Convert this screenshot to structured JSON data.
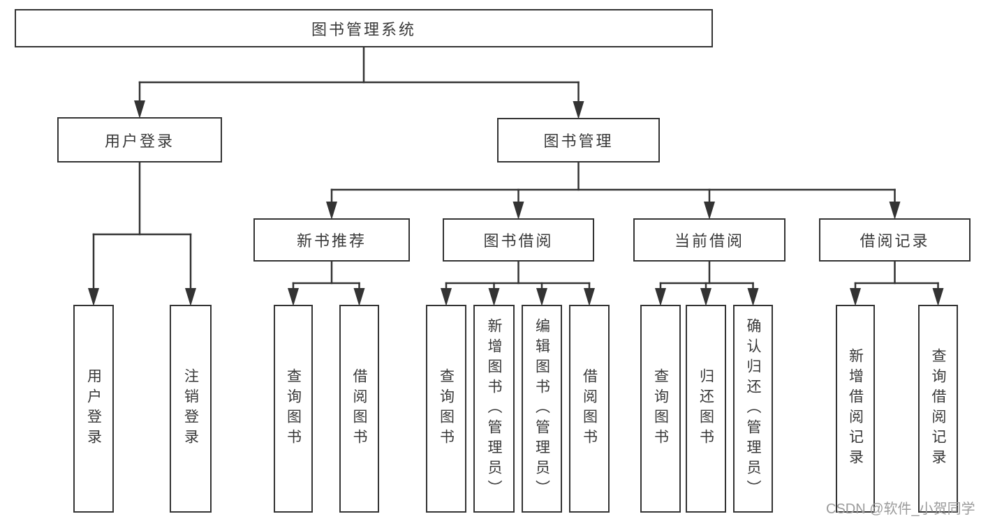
{
  "nodes": [
    {
      "id": "root",
      "name": "library-management-system",
      "label": "图书管理系统",
      "parent": null,
      "orientation": "horizontal"
    },
    {
      "id": "user-login",
      "name": "user-login",
      "label": "用户登录",
      "parent": "root",
      "orientation": "horizontal"
    },
    {
      "id": "book-management",
      "name": "book-management",
      "label": "图书管理",
      "parent": "root",
      "orientation": "horizontal"
    },
    {
      "id": "new-book-recommendation",
      "name": "new-book-recommendation",
      "label": "新书推荐",
      "parent": "book-management",
      "orientation": "horizontal"
    },
    {
      "id": "book-borrowing",
      "name": "book-borrowing",
      "label": "图书借阅",
      "parent": "book-management",
      "orientation": "horizontal"
    },
    {
      "id": "current-borrowing",
      "name": "current-borrowing",
      "label": "当前借阅",
      "parent": "book-management",
      "orientation": "horizontal"
    },
    {
      "id": "borrowing-records",
      "name": "borrowing-records",
      "label": "借阅记录",
      "parent": "book-management",
      "orientation": "horizontal"
    },
    {
      "id": "leaf-user-login",
      "name": "user-login-leaf",
      "label": "用户登录",
      "parent": "user-login",
      "orientation": "vertical"
    },
    {
      "id": "leaf-logout",
      "name": "logout-leaf",
      "label": "注销登录",
      "parent": "user-login",
      "orientation": "vertical"
    },
    {
      "id": "leaf-query-books-rec",
      "name": "query-books-leaf-1",
      "label": "查询图书",
      "parent": "new-book-recommendation",
      "orientation": "vertical"
    },
    {
      "id": "leaf-borrow-books-rec",
      "name": "borrow-books-leaf-1",
      "label": "借阅图书",
      "parent": "new-book-recommendation",
      "orientation": "vertical"
    },
    {
      "id": "leaf-query-books-borrow",
      "name": "query-books-leaf-2",
      "label": "查询图书",
      "parent": "book-borrowing",
      "orientation": "vertical"
    },
    {
      "id": "leaf-add-books",
      "name": "add-books-admin-leaf",
      "label": "新增图书（管理员）",
      "parent": "book-borrowing",
      "orientation": "vertical"
    },
    {
      "id": "leaf-edit-books",
      "name": "edit-books-admin-leaf",
      "label": "编辑图书（管理员）",
      "parent": "book-borrowing",
      "orientation": "vertical"
    },
    {
      "id": "leaf-borrow-books",
      "name": "borrow-books-leaf-2",
      "label": "借阅图书",
      "parent": "book-borrowing",
      "orientation": "vertical"
    },
    {
      "id": "leaf-query-books-current",
      "name": "query-books-leaf-3",
      "label": "查询图书",
      "parent": "current-borrowing",
      "orientation": "vertical"
    },
    {
      "id": "leaf-return-books",
      "name": "return-books-leaf",
      "label": "归还图书",
      "parent": "current-borrowing",
      "orientation": "vertical"
    },
    {
      "id": "leaf-confirm-return",
      "name": "confirm-return-admin-leaf",
      "label": "确认归还（管理员）",
      "parent": "current-borrowing",
      "orientation": "vertical"
    },
    {
      "id": "leaf-add-record",
      "name": "add-borrow-record-leaf",
      "label": "新增借阅记录",
      "parent": "borrowing-records",
      "orientation": "vertical"
    },
    {
      "id": "leaf-query-record",
      "name": "query-borrow-record-leaf",
      "label": "查询借阅记录",
      "parent": "borrowing-records",
      "orientation": "vertical"
    }
  ],
  "watermark": {
    "text": "CSDN @软件_小贺同学"
  },
  "colors": {
    "line": "#333333",
    "box_border": "#333333",
    "text": "#383838",
    "watermark": "#9b9b9b",
    "background": "#ffffff"
  }
}
